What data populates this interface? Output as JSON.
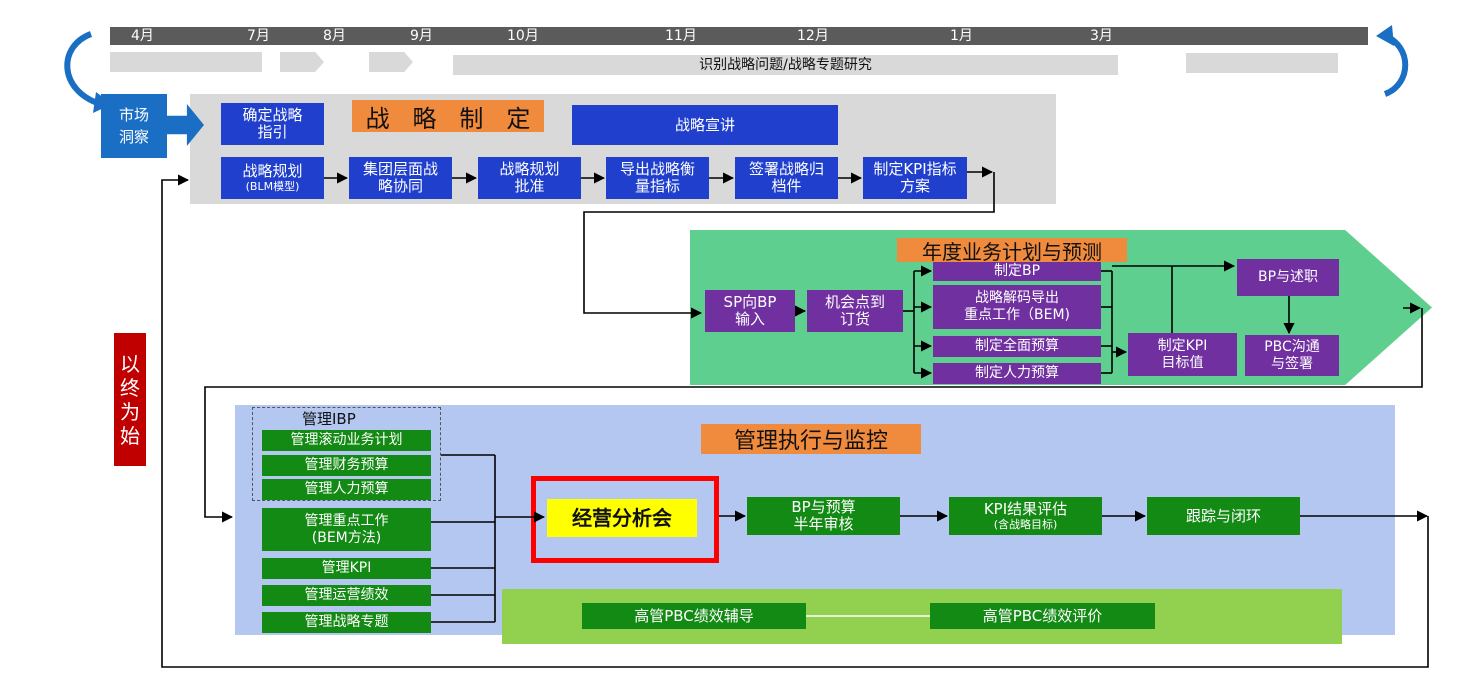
{
  "timeline": {
    "months": [
      "4月",
      "7月",
      "8月",
      "9月",
      "10月",
      "11月",
      "12月",
      "1月",
      "3月"
    ],
    "research_label": "识别战略问题/战略专题研究"
  },
  "market_insight": "市场\n洞察",
  "left_banner": "以终为始",
  "strategy": {
    "title": "战   略   制   定",
    "guidance": "确定战略\n指引",
    "briefing": "战略宣讲",
    "steps": [
      {
        "label": "战略规划",
        "sub": "(BLM模型)"
      },
      {
        "label": "集团层面战\n略协同",
        "sub": ""
      },
      {
        "label": "战略规划\n批准",
        "sub": ""
      },
      {
        "label": "导出战略衡\n量指标",
        "sub": ""
      },
      {
        "label": "签署战略归\n档件",
        "sub": ""
      },
      {
        "label": "制定KPI指标\n方案",
        "sub": ""
      }
    ]
  },
  "annual": {
    "title": "年度业务计划与预测",
    "sp_input": "SP向BP\n输入",
    "opportunity": "机会点到\n订货",
    "make_bp": "制定BP",
    "decode": "战略解码导出\n重点工作（BEM)",
    "budget": "制定全面预算",
    "hr_budget": "制定人力预算",
    "kpi_target": "制定KPI\n目标值",
    "bp_report": "BP与述职",
    "pbc": "PBC沟通\n与签署"
  },
  "execution": {
    "title": "管理执行与监控",
    "ibp_title": "管理IBP",
    "ibp_items": [
      "管理滚动业务计划",
      "管理财务预算",
      "管理人力预算"
    ],
    "key_work": "管理重点工作\n(BEM方法)",
    "kpi": "管理KPI",
    "ops": "管理运营绩效",
    "topics": "管理战略专题",
    "meeting": "经营分析会",
    "bp_review": "BP与预算\n半年审核",
    "kpi_eval": "KPI结果评估",
    "kpi_eval_sub": "(含战略目标)",
    "tracking": "跟踪与闭环",
    "pbc_coach": "高管PBC绩效辅导",
    "pbc_eval": "高管PBC绩效评价"
  },
  "colors": {
    "blue": "#1f3fcc",
    "purple": "#7030a0",
    "green": "#138a13",
    "annual_bg": "#5fcf8f",
    "exec_bg": "#b4c7f0",
    "strategy_bg": "#d9d9d9",
    "orange": "#f08a3c",
    "red": "#ff0000",
    "yellow": "#ffff00",
    "banner": "#c00000"
  }
}
